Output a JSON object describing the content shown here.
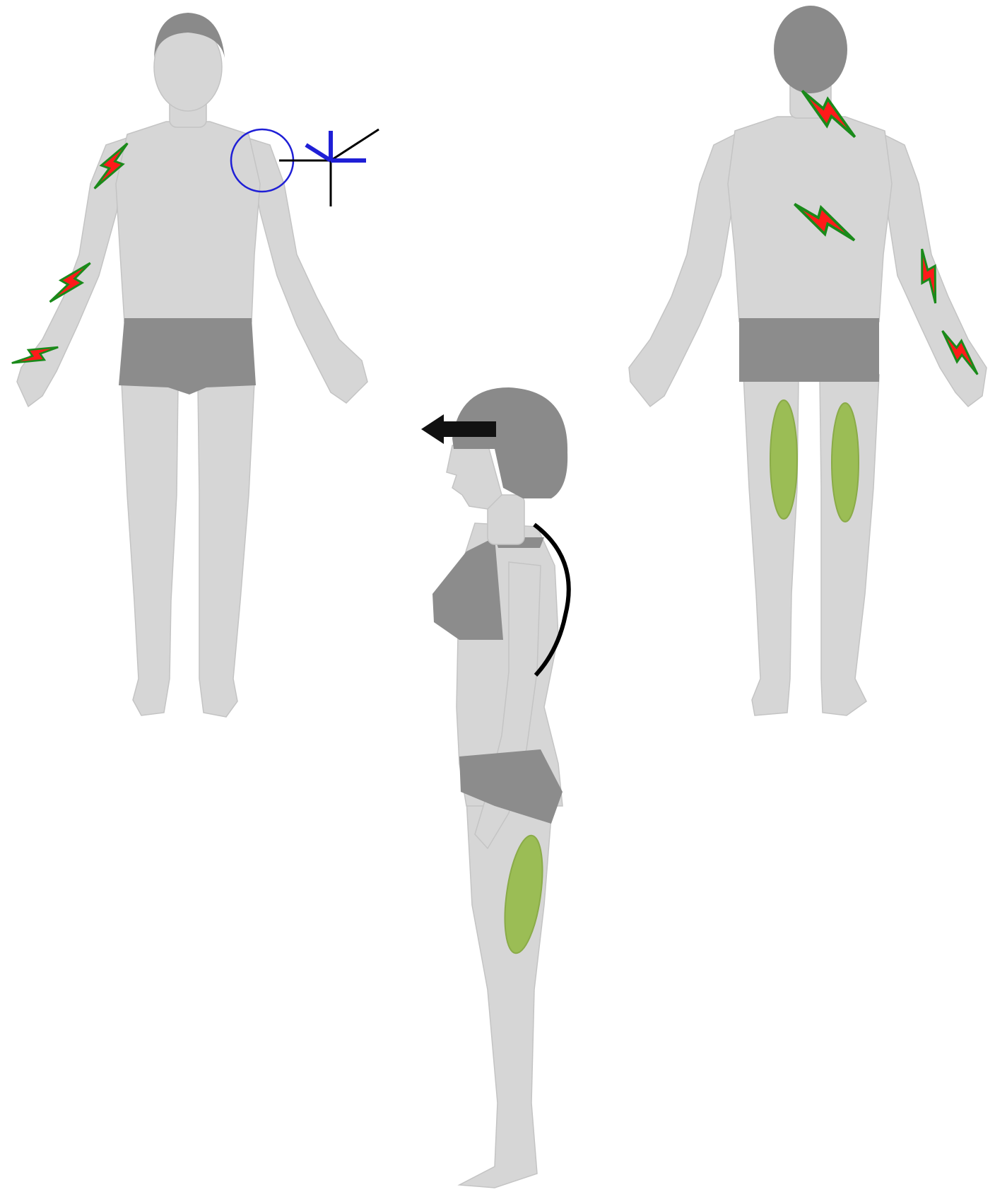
{
  "figure": {
    "views": [
      {
        "id": "front",
        "kind": "male body, anterior view"
      },
      {
        "id": "back",
        "kind": "male body, posterior view"
      },
      {
        "id": "side",
        "kind": "female body, lateral view"
      }
    ],
    "markers": {
      "pain_bolt": {
        "icon": "lightning-bolt-icon",
        "fill": "#ff1a1a",
        "stroke": "#1a8a1a",
        "count_front": 3,
        "count_back": 4
      },
      "muscle_tightness": {
        "icon": "ellipse-icon",
        "fill": "#9bbd55",
        "count_back": 2,
        "count_side": 1
      },
      "shoulder_circle": {
        "icon": "circle-icon",
        "stroke": "#1f1fd6"
      },
      "joint_axes": {
        "icon": "axes-icon",
        "stroke": "#000000",
        "accent": "#1f1fd6"
      },
      "head_forward_arrow": {
        "icon": "arrow-left-icon",
        "fill": "#111111"
      },
      "spine_curve": {
        "icon": "curve-icon",
        "stroke": "#000000"
      }
    },
    "colors": {
      "skin": "#d6d6d6",
      "skin_shadow": "#c4c4c4",
      "hair": "#8a8a8a",
      "underwear": "#8c8c8c"
    }
  }
}
